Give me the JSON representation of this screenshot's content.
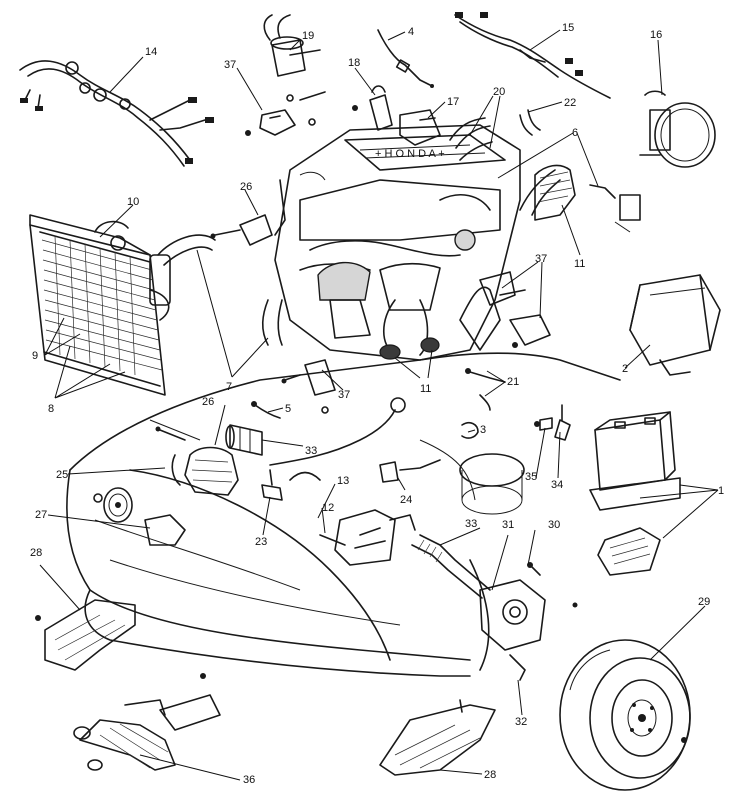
{
  "diagram": {
    "callouts": [
      {
        "id": "c1",
        "label": "1"
      },
      {
        "id": "c2",
        "label": "2"
      },
      {
        "id": "c3",
        "label": "3"
      },
      {
        "id": "c4",
        "label": "4"
      },
      {
        "id": "c5",
        "label": "5"
      },
      {
        "id": "c6",
        "label": "6"
      },
      {
        "id": "c7",
        "label": "7"
      },
      {
        "id": "c8",
        "label": "8"
      },
      {
        "id": "c9",
        "label": "9"
      },
      {
        "id": "c10",
        "label": "10"
      },
      {
        "id": "c11a",
        "label": "11"
      },
      {
        "id": "c11b",
        "label": "11"
      },
      {
        "id": "c12",
        "label": "12"
      },
      {
        "id": "c13",
        "label": "13"
      },
      {
        "id": "c14",
        "label": "14"
      },
      {
        "id": "c15",
        "label": "15"
      },
      {
        "id": "c16",
        "label": "16"
      },
      {
        "id": "c17",
        "label": "17"
      },
      {
        "id": "c18",
        "label": "18"
      },
      {
        "id": "c19",
        "label": "19"
      },
      {
        "id": "c20",
        "label": "20"
      },
      {
        "id": "c21",
        "label": "21"
      },
      {
        "id": "c22",
        "label": "22"
      },
      {
        "id": "c23",
        "label": "23"
      },
      {
        "id": "c24",
        "label": "24"
      },
      {
        "id": "c25",
        "label": "25"
      },
      {
        "id": "c26a",
        "label": "26"
      },
      {
        "id": "c26b",
        "label": "26"
      },
      {
        "id": "c27",
        "label": "27"
      },
      {
        "id": "c28a",
        "label": "28"
      },
      {
        "id": "c28b",
        "label": "28"
      },
      {
        "id": "c29",
        "label": "29"
      },
      {
        "id": "c30",
        "label": "30"
      },
      {
        "id": "c31",
        "label": "31"
      },
      {
        "id": "c32",
        "label": "32"
      },
      {
        "id": "c33a",
        "label": "33"
      },
      {
        "id": "c33b",
        "label": "33"
      },
      {
        "id": "c34",
        "label": "34"
      },
      {
        "id": "c35",
        "label": "35"
      },
      {
        "id": "c36",
        "label": "36"
      },
      {
        "id": "c37a",
        "label": "37"
      },
      {
        "id": "c37b",
        "label": "37"
      },
      {
        "id": "c37c",
        "label": "37"
      }
    ]
  }
}
